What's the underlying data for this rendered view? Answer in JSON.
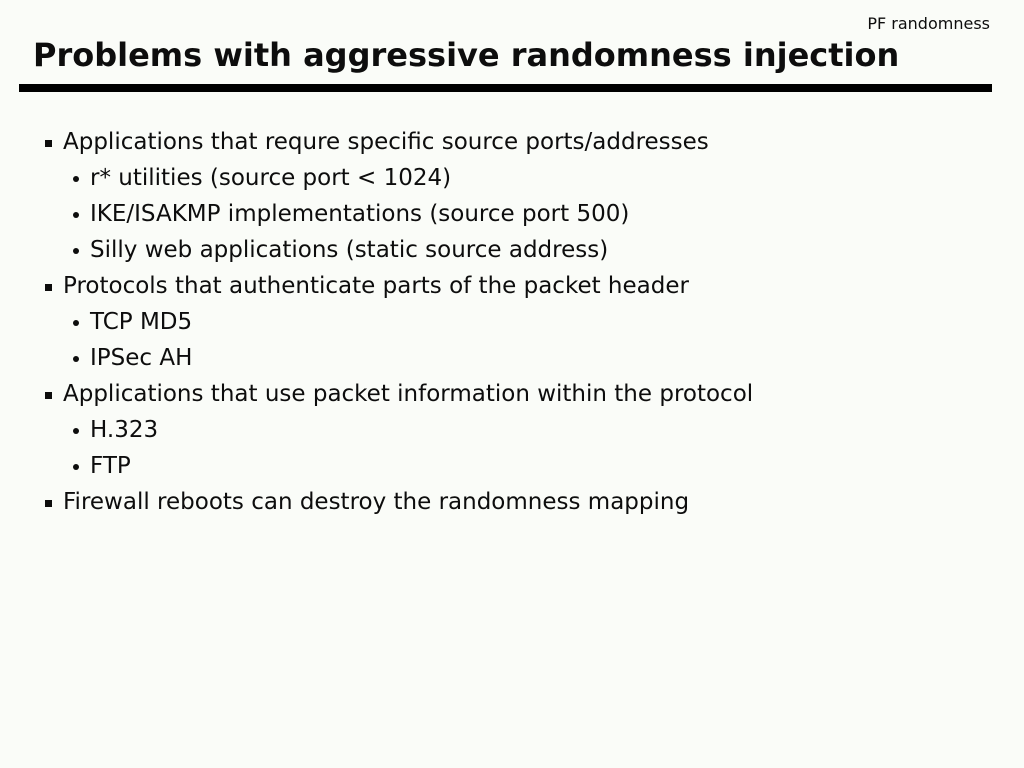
{
  "slide": {
    "corner_label": "PF randomness",
    "title": "Problems with aggressive randomness injection",
    "colors": {
      "background": "#fafcf8",
      "text": "#0d0d0d",
      "rule": "#000000"
    },
    "bullets": [
      {
        "level": 1,
        "text": "Applications that requre specific source ports/addresses"
      },
      {
        "level": 2,
        "text": "r* utilities (source port < 1024)"
      },
      {
        "level": 2,
        "text": "IKE/ISAKMP implementations (source port 500)"
      },
      {
        "level": 2,
        "text": "Silly web applications (static source address)"
      },
      {
        "level": 1,
        "text": "Protocols that authenticate parts of the packet header"
      },
      {
        "level": 2,
        "text": "TCP MD5"
      },
      {
        "level": 2,
        "text": "IPSec AH"
      },
      {
        "level": 1,
        "text": "Applications that use packet information within the protocol"
      },
      {
        "level": 2,
        "text": "H.323"
      },
      {
        "level": 2,
        "text": "FTP"
      },
      {
        "level": 1,
        "text": "Firewall reboots can destroy the randomness mapping"
      }
    ]
  }
}
